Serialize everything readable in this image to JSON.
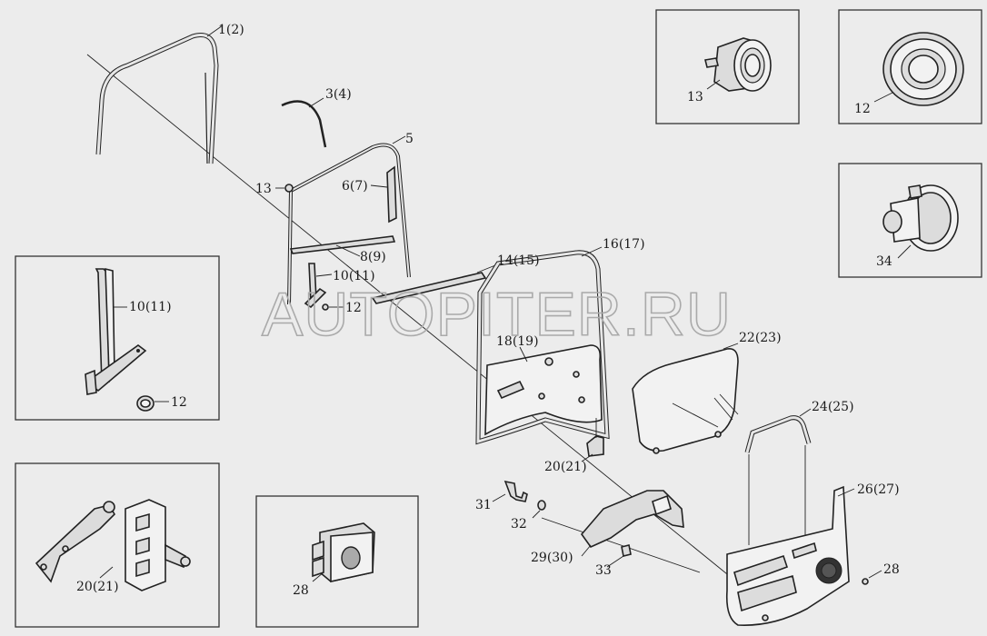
{
  "diagram": {
    "watermark": "AUTOPITER.RU",
    "labels": {
      "p1_2": "1(2)",
      "p3_4": "3(4)",
      "p5": "5",
      "p13": "13",
      "p6_7": "6(7)",
      "p8_9": "8(9)",
      "p10_11": "10(11)",
      "p12": "12",
      "p14_15": "14(15)",
      "p16_17": "16(17)",
      "p18_19": "18(19)",
      "p22_23": "22(23)",
      "p24_25": "24(25)",
      "p20_21": "20(21)",
      "p26_27": "26(27)",
      "p31": "31",
      "p32": "32",
      "p29_30": "29(30)",
      "p33": "33",
      "p28": "28",
      "p34": "34"
    }
  }
}
